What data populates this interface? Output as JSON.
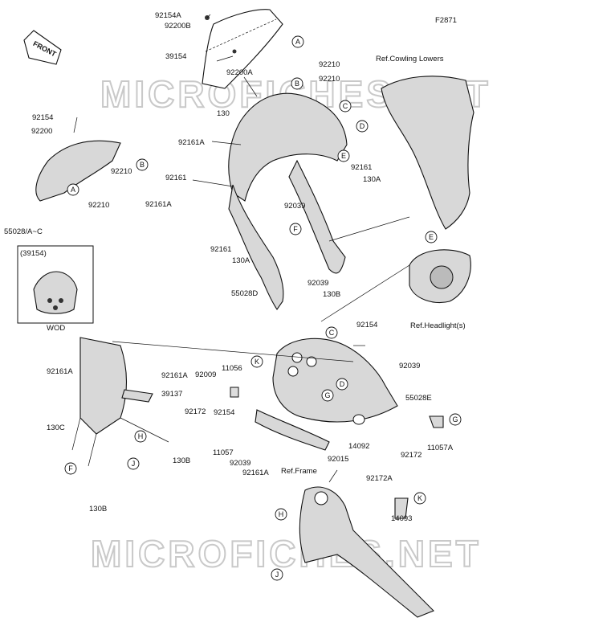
{
  "figure_code": "F2871",
  "front_label": "FRONT",
  "watermark": "MICROFICHES.NET",
  "inset": {
    "header": "(39154)",
    "caption": "WOD"
  },
  "labels": {
    "l92154A": "92154A",
    "l92200B": "92200B",
    "l39154": "39154",
    "l92200A": "92200A",
    "l130": "130",
    "l92210a": "92210",
    "l92210b": "92210",
    "lRefCowl": "Ref.Cowling Lowers",
    "l92154": "92154",
    "l92200": "92200",
    "l92161Aa": "92161A",
    "l92210c": "92210",
    "l92161a": "92161",
    "l92161b": "92161",
    "l130Aa": "130A",
    "l92161Ab": "92161A",
    "l92210d": "92210",
    "l92039a": "92039",
    "l55028AC": "55028/A~C",
    "l92161c": "92161",
    "l130Ab": "130A",
    "l92039b": "92039",
    "l55028D": "55028D",
    "l130B": "130B",
    "lRefHead": "Ref.Headlight(s)",
    "l92154b": "92154",
    "l92039c": "92039",
    "l92161Ac": "92161A",
    "l92161Ad": "92161A",
    "l92009": "92009",
    "l11056": "11056",
    "l39137": "39137",
    "l55028E": "55028E",
    "l130C": "130C",
    "l92172a": "92172",
    "l92154c": "92154",
    "l14092": "14092",
    "l92172b": "92172",
    "l11057A": "11057A",
    "l130Bb": "130B",
    "l11057": "11057",
    "l92039d": "92039",
    "l92161Ae": "92161A",
    "l92015": "92015",
    "lRefFrame": "Ref.Frame",
    "l92172A": "92172A",
    "l14093": "14093",
    "l130Bc": "130B"
  },
  "callouts": [
    "A",
    "B",
    "C",
    "D",
    "E",
    "F",
    "K",
    "C",
    "G",
    "D",
    "H",
    "G",
    "J",
    "F",
    "H",
    "K",
    "J",
    "E",
    "A",
    "B"
  ]
}
